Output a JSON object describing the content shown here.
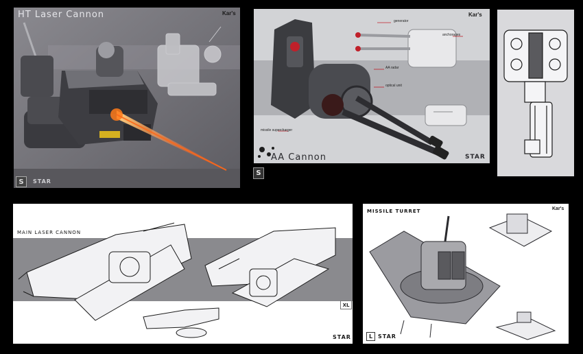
{
  "panels": {
    "ht_laser": {
      "title": "HT Laser Cannon",
      "brand": "Kar's",
      "size_badge": "S",
      "logo": "STAR"
    },
    "aa_cannon": {
      "title": "AA Cannon",
      "brand": "Kar's",
      "size_badge": "S",
      "logo": "STAR",
      "callouts": [
        "generator",
        "anchorages",
        "AA radar",
        "optical unit",
        "missile supercharger"
      ]
    },
    "side_turret": {},
    "main_laser": {
      "title": "MAIN LASER CANNON",
      "size_badge": "XL",
      "logo": "STAR"
    },
    "missile_turret": {
      "title": "MISSILE TURRET",
      "brand": "Kar's",
      "size_badge": "L",
      "logo": "STAR"
    }
  },
  "colors": {
    "background": "#000000",
    "laser": "#ff6a1a",
    "accent_red": "#c0202a"
  }
}
